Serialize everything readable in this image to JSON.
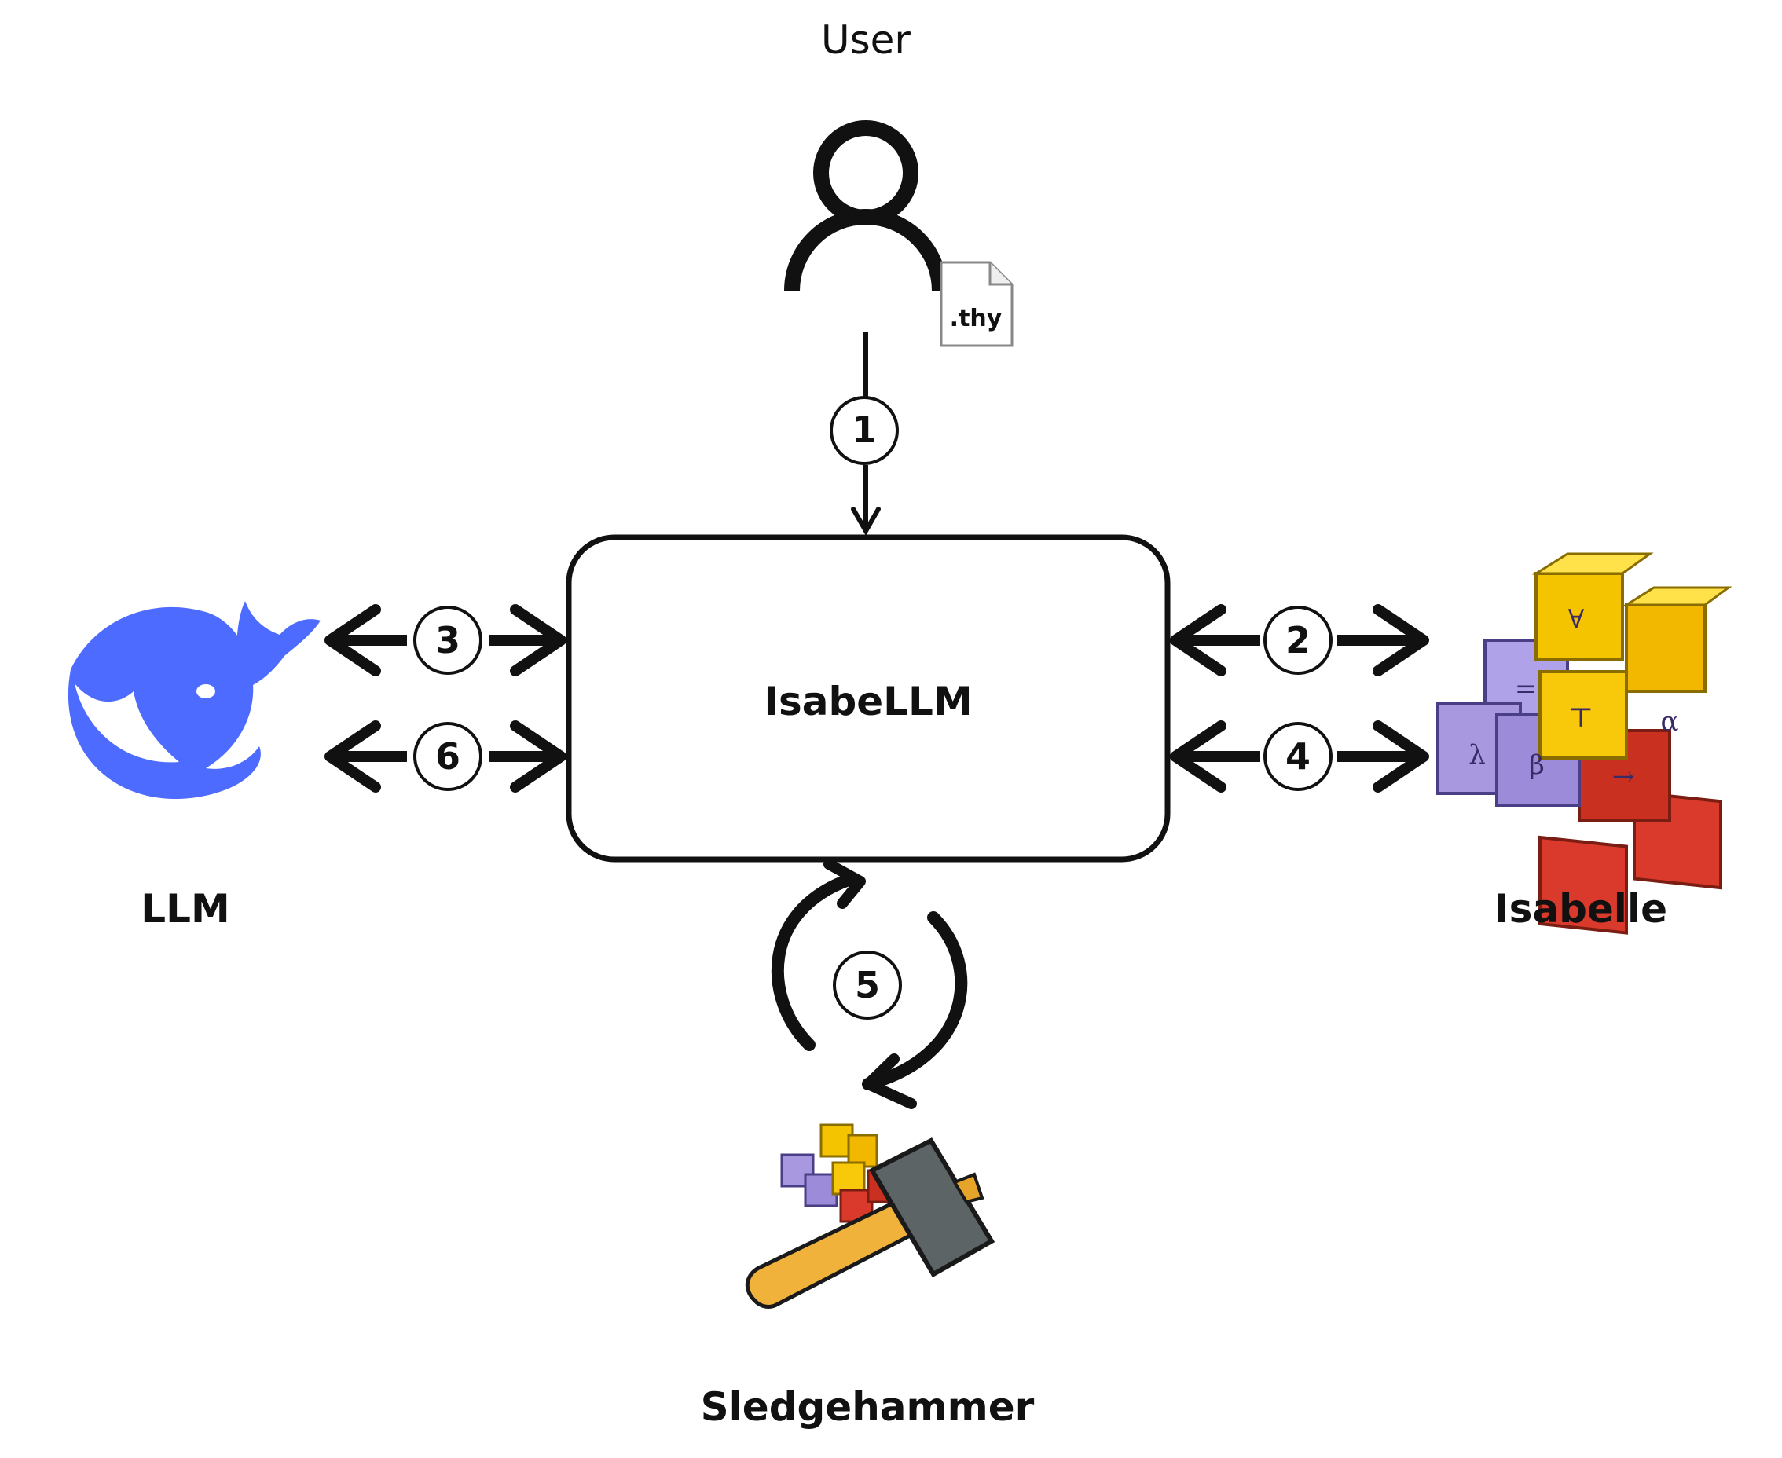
{
  "nodes": {
    "user": {
      "label": "User",
      "file_badge": ".thy"
    },
    "center": {
      "label": "IsabeLLM"
    },
    "llm": {
      "label": "LLM"
    },
    "isabelle": {
      "label": "Isabelle"
    },
    "sledgehammer": {
      "label": "Sledgehammer"
    }
  },
  "steps": [
    "1",
    "2",
    "3",
    "4",
    "5",
    "6"
  ],
  "isabelle_symbols": [
    "∀",
    "=",
    "⊤",
    "α",
    "λ",
    "β",
    "→"
  ],
  "colors": {
    "line": "#111111",
    "deepseek_blue": "#4d6bfe",
    "cube_yellow": "#f5c400",
    "cube_red": "#d93a2b",
    "cube_purple": "#a898e0",
    "hammer_head": "#5c6466",
    "hammer_handle": "#f0b23a"
  },
  "icons": {
    "user": "user-icon",
    "file": "file-icon",
    "llm": "whale-logo-icon",
    "isabelle": "isabelle-cubes-icon",
    "sledgehammer": "sledgehammer-icon",
    "loop": "loop-arrows-icon"
  }
}
